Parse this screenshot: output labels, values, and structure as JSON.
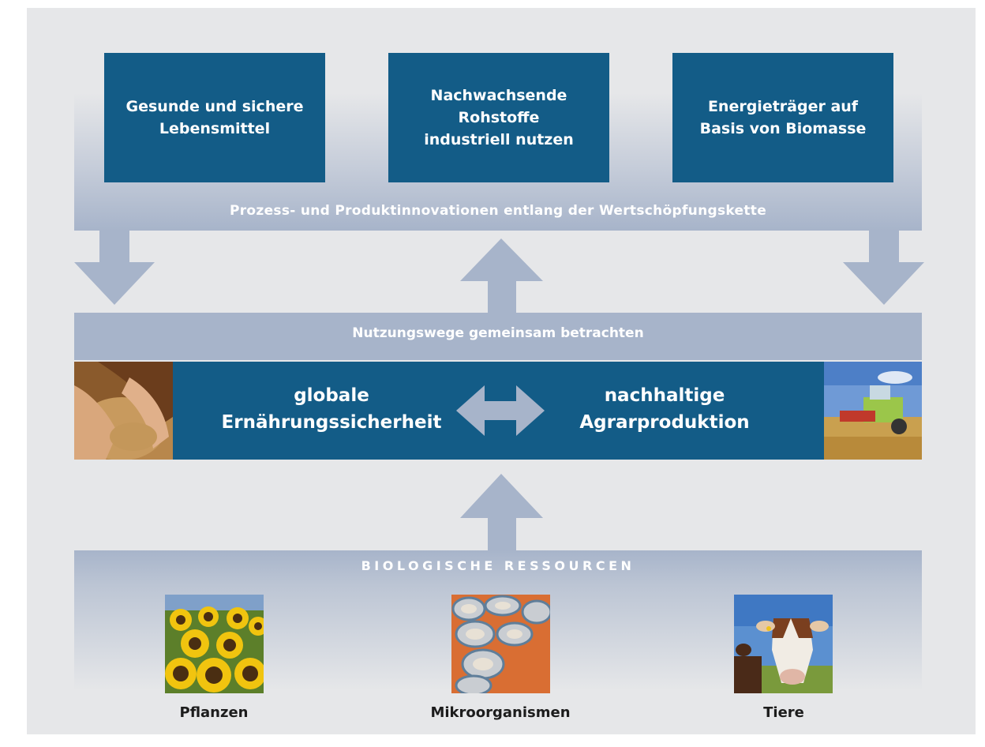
{
  "top_boxes": [
    {
      "label": "Gesunde und sichere\nLebensmittel"
    },
    {
      "label": "Nachwachsende\nRohstoffe\nindustriell nutzen"
    },
    {
      "label": "Energieträger auf\nBasis von Biomasse"
    }
  ],
  "value_chain_label": "Prozess- und Produktinnovationen entlang der Wertschöpfungskette",
  "usage_paths_label": "Nutzungswege gemeinsam betrachten",
  "food_security_label": "globale\nErnährungssicherheit",
  "sustainable_agri_label": "nachhaltige\nAgrarproduktion",
  "resources_title": "BIOLOGISCHE RESSOURCEN",
  "resources": [
    {
      "label": "Pflanzen",
      "image": "sunflowers"
    },
    {
      "label": "Mikroorganismen",
      "image": "microorganism-cultures"
    },
    {
      "label": "Tiere",
      "image": "cow"
    }
  ],
  "colors": {
    "dark_blue": "#135c87",
    "light_blue": "#a7b4ca",
    "background": "#e6e7e9"
  }
}
